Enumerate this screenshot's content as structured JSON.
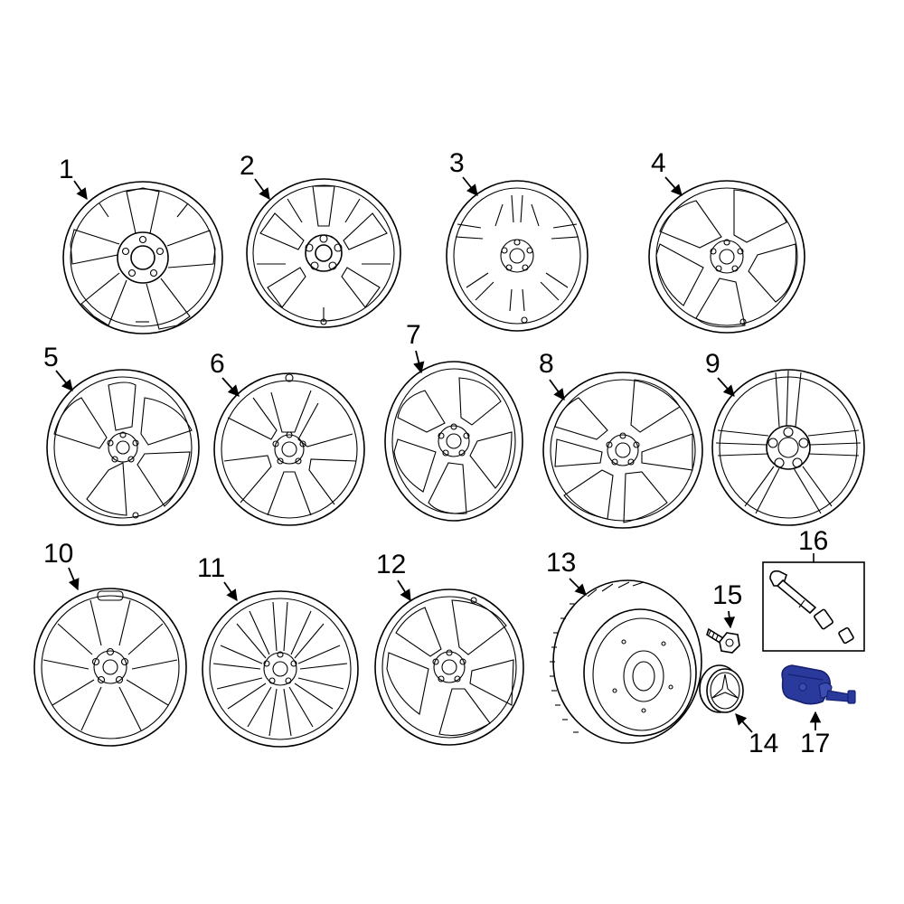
{
  "callouts": {
    "c1": "1",
    "c2": "2",
    "c3": "3",
    "c4": "4",
    "c5": "5",
    "c6": "6",
    "c7": "7",
    "c8": "8",
    "c9": "9",
    "c10": "10",
    "c11": "11",
    "c12": "12",
    "c13": "13",
    "c14": "14",
    "c15": "15",
    "c16": "16",
    "c17": "17"
  },
  "colors": {
    "line": "#000000",
    "background": "#ffffff",
    "highlight": "#2a3a9c",
    "highlight_dark": "#162070"
  }
}
